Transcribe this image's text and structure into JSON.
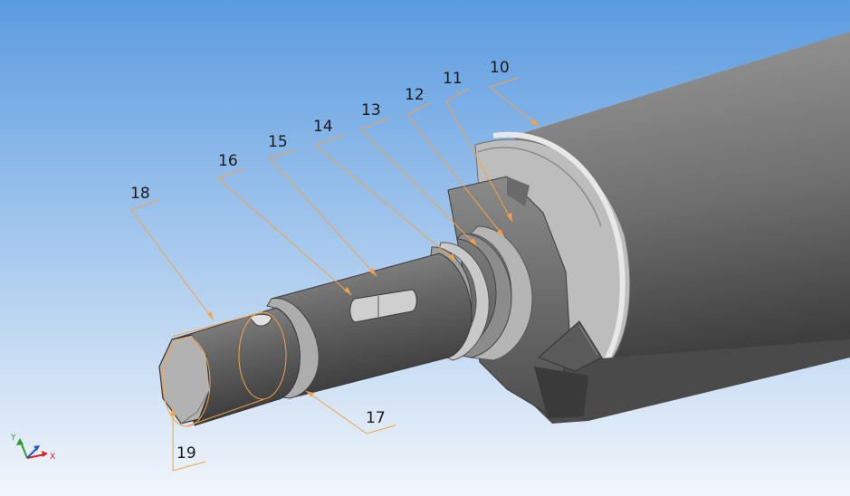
{
  "callouts": [
    "10",
    "11",
    "12",
    "13",
    "14",
    "15",
    "16",
    "17",
    "18",
    "19"
  ],
  "axes": {
    "y": "Y",
    "x": "X"
  },
  "colors": {
    "background_top": "#5b9be0",
    "background_bottom": "#f2f6fb",
    "leader": "#f2a24a",
    "text": "#1a1a1a"
  }
}
